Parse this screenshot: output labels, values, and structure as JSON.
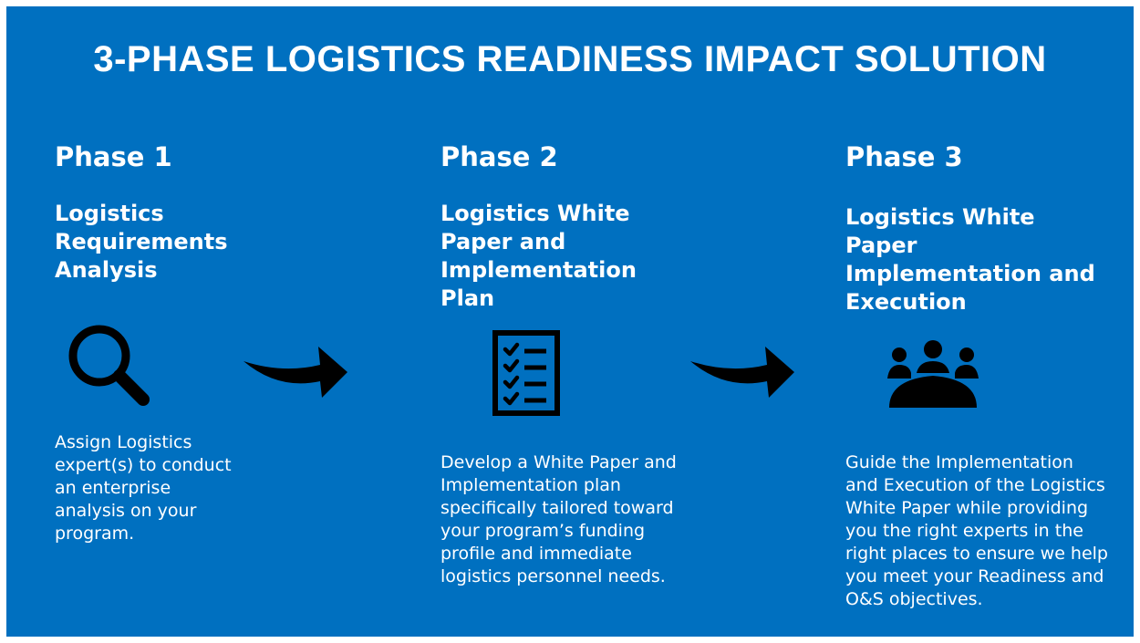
{
  "title": "3-PHASE LOGISTICS READINESS IMPACT SOLUTION",
  "colors": {
    "background": "#0070c0",
    "text": "#ffffff",
    "icons": "#000000"
  },
  "phases": [
    {
      "label": "Phase 1",
      "name": "Logistics\nRequirements\nAnalysis",
      "icon": "magnifying-glass-icon",
      "description": "Assign Logistics\nexpert(s) to conduct\nan enterprise\nanalysis on your\nprogram."
    },
    {
      "label": "Phase 2",
      "name": "Logistics White\nPaper and\nImplementation\nPlan",
      "icon": "checklist-icon",
      "description": "Develop a White Paper and\nImplementation plan\nspecifically tailored toward\nyour program’s funding\nprofile and immediate\nlogistics personnel needs."
    },
    {
      "label": "Phase 3",
      "name": "Logistics White\nPaper\nImplementation and\nExecution",
      "icon": "team-meeting-icon",
      "description": "Guide the Implementation\nand Execution of the Logistics\nWhite Paper while providing\nyou the right experts in the\nright places to ensure we help\nyou meet your Readiness and\nO&S objectives."
    }
  ],
  "connectors": [
    "curved-arrow-icon",
    "curved-arrow-icon"
  ]
}
